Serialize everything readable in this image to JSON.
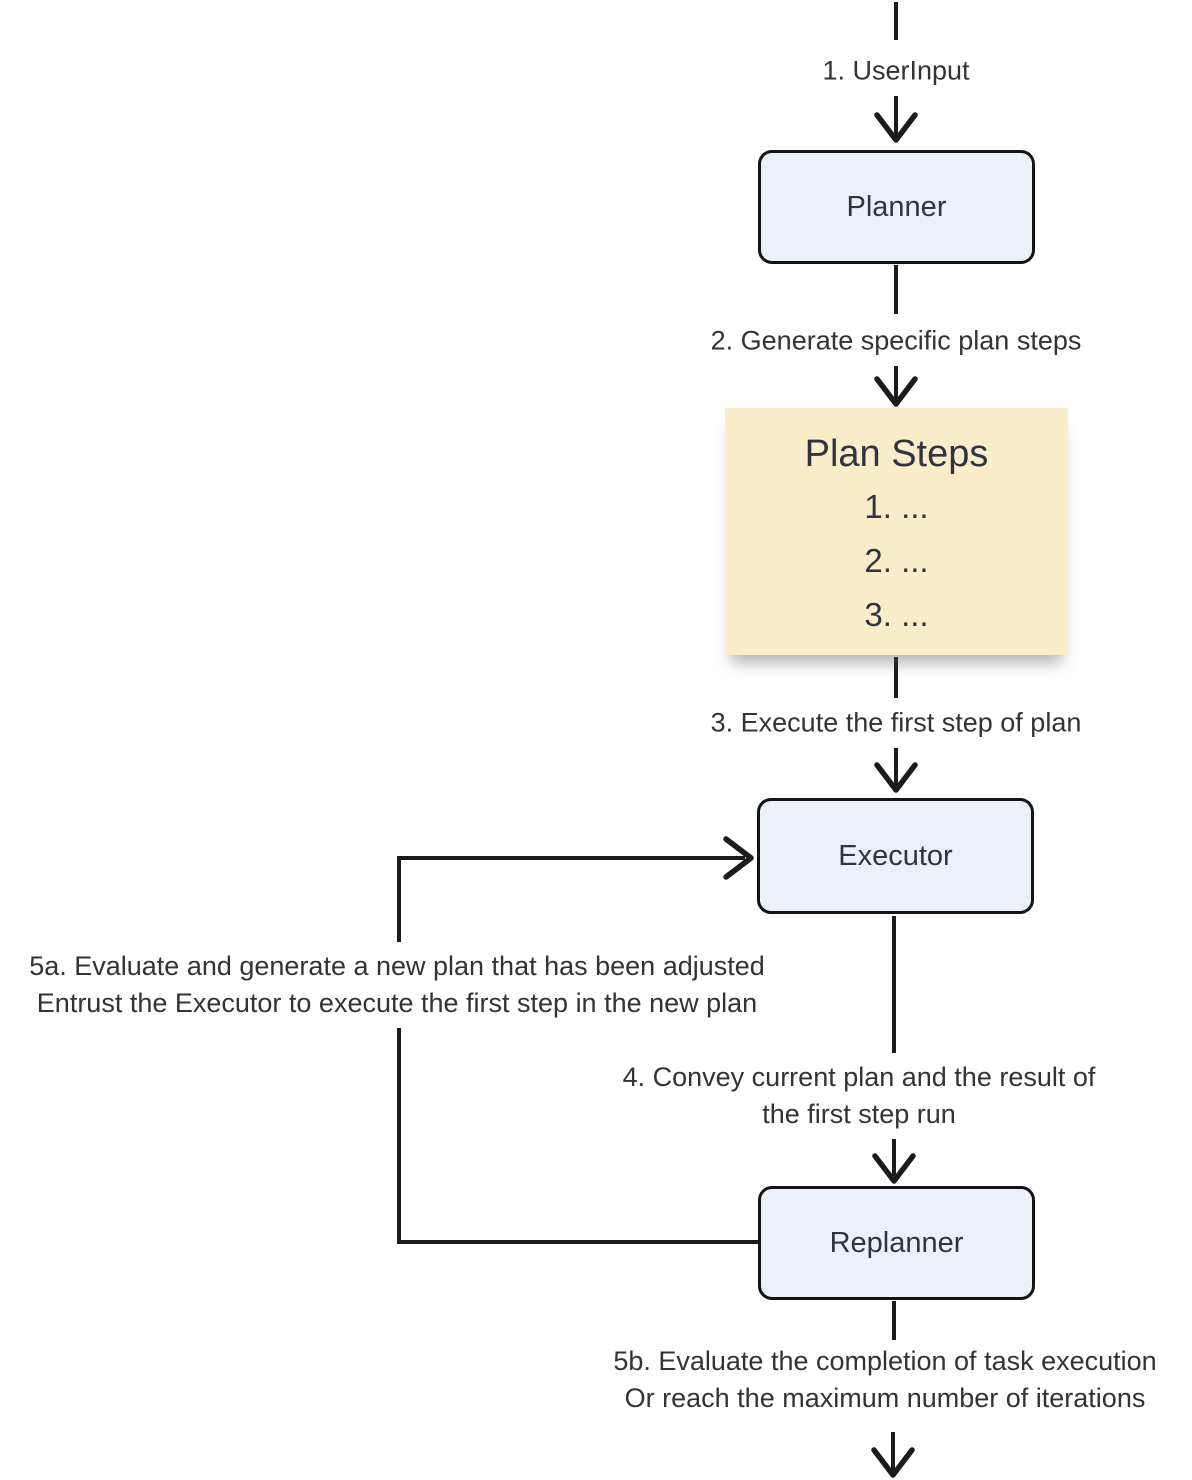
{
  "diagram": {
    "nodes": {
      "planner": {
        "label": "Planner"
      },
      "plan_steps": {
        "title": "Plan Steps",
        "items": [
          "1. ...",
          "2. ...",
          "3. ..."
        ]
      },
      "executor": {
        "label": "Executor"
      },
      "replanner": {
        "label": "Replanner"
      }
    },
    "edges": {
      "user_input": {
        "label": "1. UserInput"
      },
      "generate": {
        "label": "2. Generate specific plan steps"
      },
      "execute_first": {
        "label": "3. Execute the first step of plan"
      },
      "convey": {
        "line1": "4. Convey current plan and the result of",
        "line2": "the first step run"
      },
      "replan_loop": {
        "line1": "5a. Evaluate and generate a new plan that has been adjusted",
        "line2": "Entrust the Executor to execute the first step in the new plan"
      },
      "finish": {
        "line1": "5b. Evaluate the completion of task execution",
        "line2": "Or reach the maximum number of iterations"
      }
    },
    "colors": {
      "line": "#1b1b1b",
      "text": "#333333",
      "node_text": "#2e3440",
      "node_fill": "#ECF1F9",
      "node_border": "#141414",
      "plansteps_fill": "#FAEDCA"
    }
  }
}
